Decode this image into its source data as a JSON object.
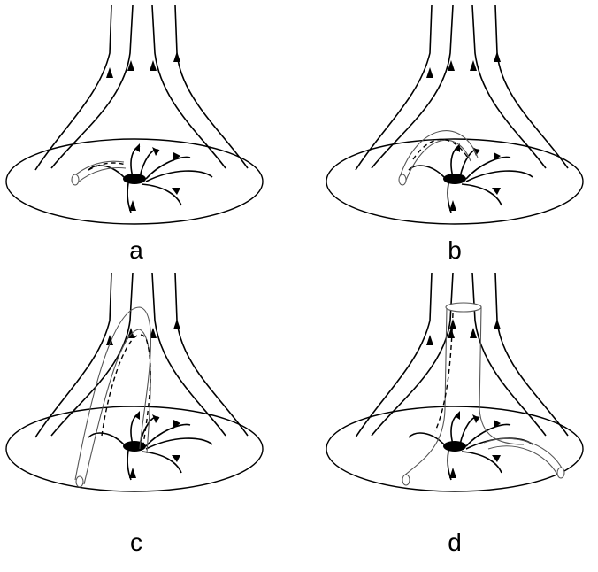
{
  "panels": [
    {
      "id": "a",
      "label": "a"
    },
    {
      "id": "b",
      "label": "b"
    },
    {
      "id": "c",
      "label": "c"
    },
    {
      "id": "d",
      "label": "d"
    }
  ],
  "colors": {
    "ink": "#000000",
    "tube": "#555555",
    "background": "#ffffff"
  }
}
